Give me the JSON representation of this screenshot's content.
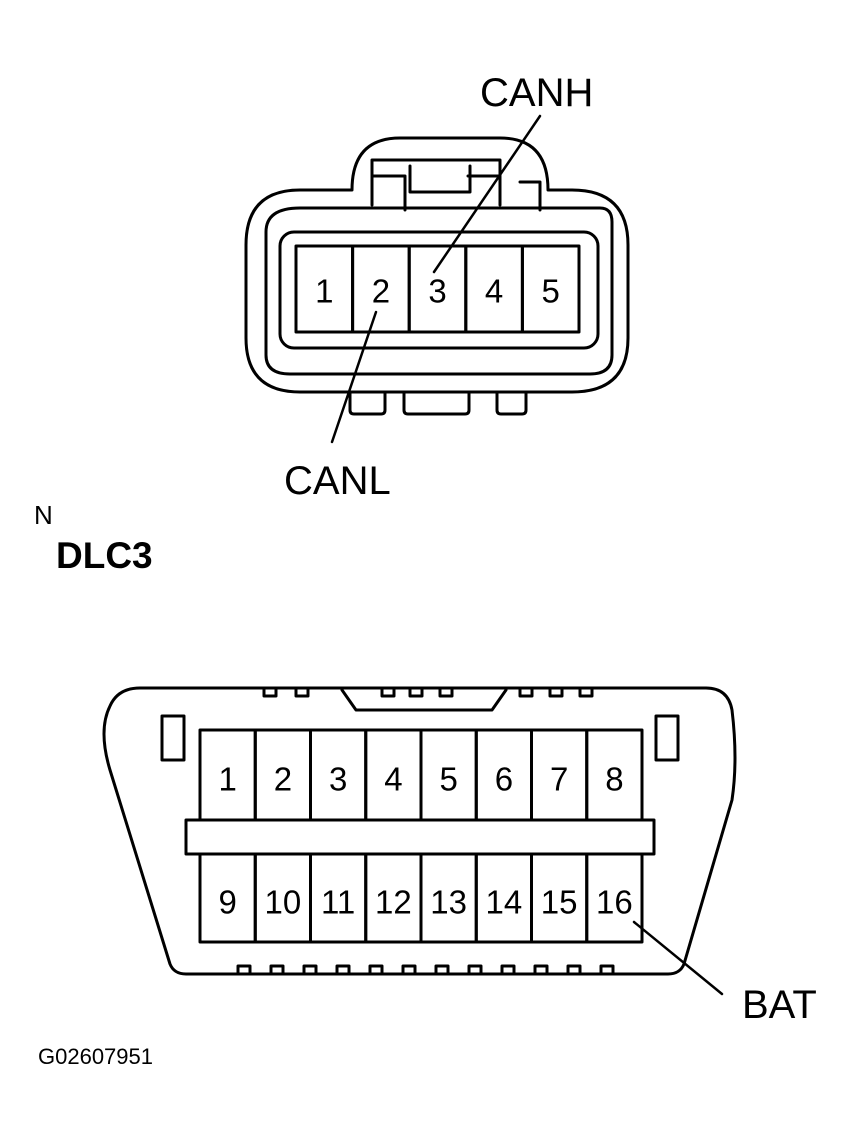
{
  "top_connector": {
    "pins": [
      "1",
      "2",
      "3",
      "4",
      "5"
    ],
    "callouts": {
      "canh": "CANH",
      "canl": "CANL"
    }
  },
  "marker": "N",
  "title": "DLC3",
  "dlc3": {
    "top_row_pins": [
      "1",
      "2",
      "3",
      "4",
      "5",
      "6",
      "7",
      "8"
    ],
    "bottom_row_pins": [
      "9",
      "10",
      "11",
      "12",
      "13",
      "14",
      "15",
      "16"
    ],
    "callouts": {
      "bat": "BAT"
    }
  },
  "figure_code": "G02607951"
}
